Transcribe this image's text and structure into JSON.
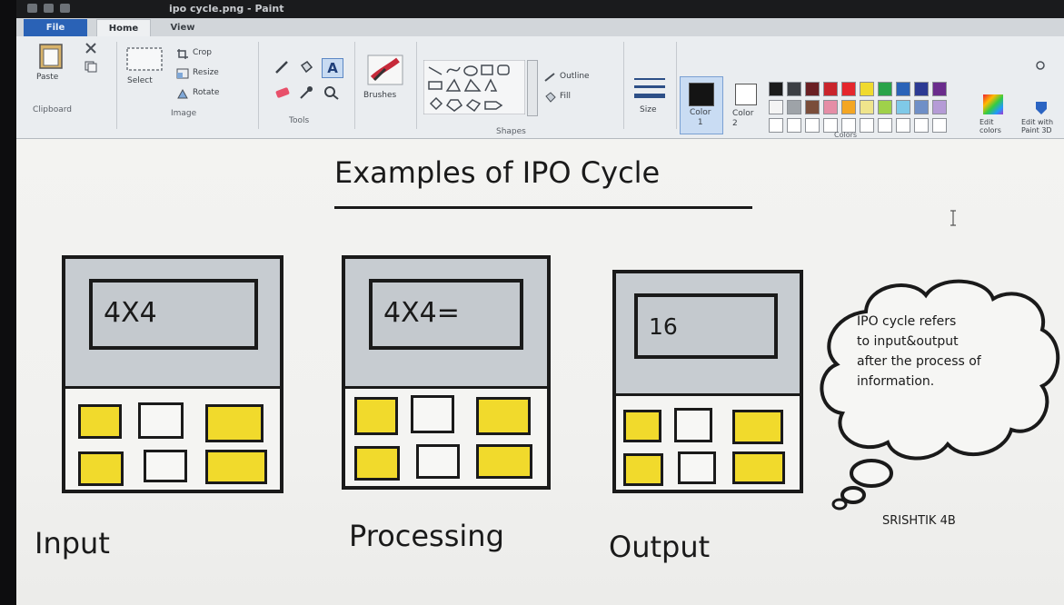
{
  "window": {
    "title": "ipo cycle.png - Paint"
  },
  "tabs": [
    {
      "id": "file",
      "label": "File"
    },
    {
      "id": "home",
      "label": "Home"
    },
    {
      "id": "view",
      "label": "View"
    }
  ],
  "ribbon": {
    "clipboard": {
      "paste_label": "Paste",
      "group_label": "Clipboard"
    },
    "image": {
      "select_label": "Select",
      "crop_label": "Crop",
      "resize_label": "Resize",
      "rotate_label": "Rotate",
      "group_label": "Image"
    },
    "tools": {
      "group_label": "Tools"
    },
    "brushes": {
      "label": "Brushes"
    },
    "shapes": {
      "outline_label": "Outline",
      "fill_label": "Fill",
      "group_label": "Shapes"
    },
    "size": {
      "label": "Size"
    },
    "colors": {
      "color1_label": "Color\n1",
      "color2_label": "Color\n2",
      "color1_value": "#141414",
      "color2_value": "#ffffff",
      "group_label": "Colors",
      "edit_label": "Edit\ncolors",
      "paint3d_label": "Edit with\nPaint 3D",
      "palette": [
        "#1b1b1b",
        "#3c3f44",
        "#6a1f23",
        "#c9242b",
        "#e5262d",
        "#f0da2e",
        "#2aa34a",
        "#2a63b8",
        "#2c3a93",
        "#6a2c8c",
        "#f4f4f4",
        "#9ea3a8",
        "#7a4d3a",
        "#e58da6",
        "#f4a623",
        "#efe48c",
        "#9fd14a",
        "#7fc9e8",
        "#6f8fc7",
        "#b59bd6",
        "#ffffff",
        "#ffffff",
        "#ffffff",
        "#ffffff",
        "#ffffff",
        "#ffffff",
        "#ffffff",
        "#ffffff",
        "#ffffff",
        "#ffffff"
      ]
    }
  },
  "canvas": {
    "title": "Examples of IPO Cycle",
    "stages": [
      {
        "label": "Input",
        "screen_text": "4X4"
      },
      {
        "label": "Processing",
        "screen_text": "4X4="
      },
      {
        "label": "Output",
        "screen_text": "16"
      }
    ],
    "thought_bubble": "IPO cycle refers\nto input&output\nafter the process of\ninformation.",
    "credit": "SRISHTIK 4B",
    "colors": {
      "key_yellow": "#f1da2c",
      "screen_gray": "#c4c9ce",
      "ink": "#1a1a1a"
    }
  }
}
